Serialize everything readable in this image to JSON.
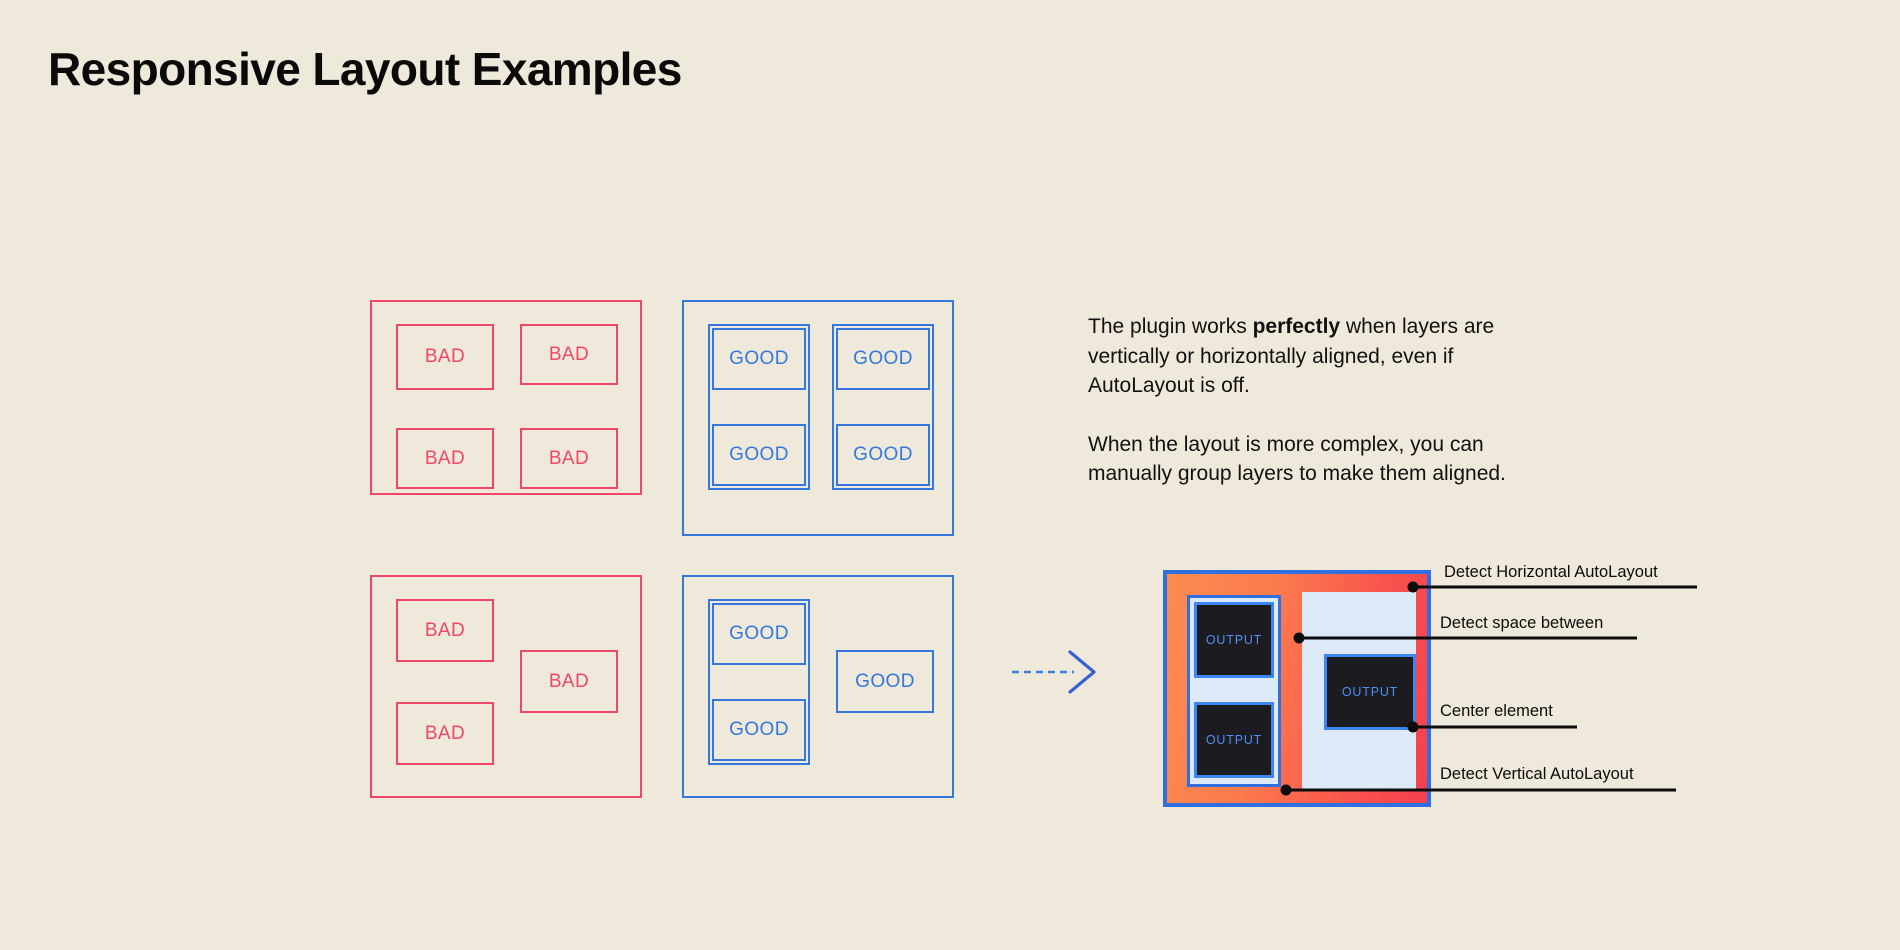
{
  "page": {
    "title": "Responsive Layout Examples",
    "background_color": "#EFE9DC",
    "bad_color": "#EF4765",
    "good_color": "#3478DD",
    "accent_blue": "#2F6FE0",
    "accent_orange": "#FB8C50",
    "accent_red": "#F5404F"
  },
  "labels": {
    "bad": "BAD",
    "good": "GOOD",
    "output": "OUTPUT"
  },
  "examples": {
    "panels": [
      {
        "id": "bad-grid",
        "kind": "bad",
        "grouped": false,
        "cells": [
          "BAD",
          "BAD",
          "BAD",
          "BAD"
        ]
      },
      {
        "id": "good-grid",
        "kind": "good",
        "grouped": true,
        "cells": [
          "GOOD",
          "GOOD",
          "GOOD",
          "GOOD"
        ]
      },
      {
        "id": "bad-free",
        "kind": "bad",
        "grouped": false,
        "cells": [
          "BAD",
          "BAD",
          "BAD"
        ]
      },
      {
        "id": "good-free",
        "kind": "good",
        "grouped": true,
        "cells": [
          "GOOD",
          "GOOD",
          "GOOD"
        ]
      }
    ]
  },
  "arrow": {
    "icon": "dashed-arrow-right-icon",
    "direction": "right",
    "style": "dashed"
  },
  "description": {
    "paragraph_1_part_1": "The plugin works ",
    "paragraph_1_emphasis": "perfectly",
    "paragraph_1_part_2": " when layers are vertically or horizontally aligned, even if AutoLayout is off.",
    "paragraph_2": "When the layout is more complex, you can manually group layers to make them aligned."
  },
  "screenshot": {
    "outputs": [
      {
        "id": "left-top",
        "label": "OUTPUT"
      },
      {
        "id": "left-bottom",
        "label": "OUTPUT"
      },
      {
        "id": "right-center",
        "label": "OUTPUT"
      }
    ],
    "annotations": [
      {
        "id": "detect-horizontal-autolayout",
        "label": "Detect Horizontal AutoLayout"
      },
      {
        "id": "detect-space-between",
        "label": "Detect space between"
      },
      {
        "id": "center-element",
        "label": "Center element"
      },
      {
        "id": "detect-vertical-autolayout",
        "label": "Detect Vertical AutoLayout"
      }
    ]
  }
}
